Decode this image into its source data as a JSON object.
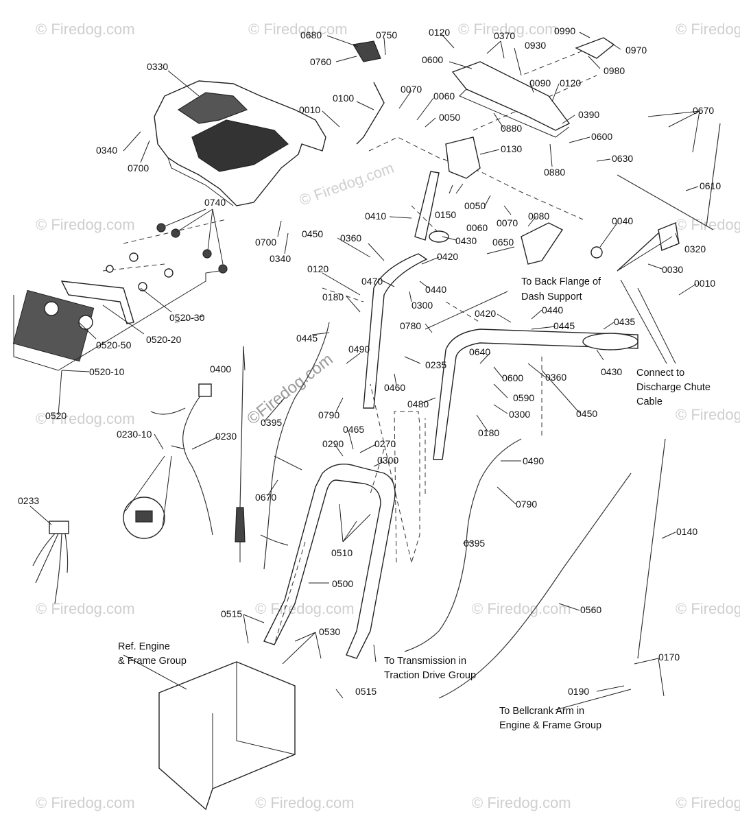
{
  "watermarks": {
    "small": "© Firedog.com",
    "center": "©Firedog.com"
  },
  "parts": [
    {
      "id": "0680"
    },
    {
      "id": "0750"
    },
    {
      "id": "0760"
    },
    {
      "id": "0120"
    },
    {
      "id": "0370"
    },
    {
      "id": "0990"
    },
    {
      "id": "0970"
    },
    {
      "id": "0980"
    },
    {
      "id": "0600"
    },
    {
      "id": "0930"
    },
    {
      "id": "0330"
    },
    {
      "id": "0100"
    },
    {
      "id": "0070"
    },
    {
      "id": "0060"
    },
    {
      "id": "0050"
    },
    {
      "id": "0090"
    },
    {
      "id": "0120"
    },
    {
      "id": "0010"
    },
    {
      "id": "0880"
    },
    {
      "id": "0390"
    },
    {
      "id": "0670"
    },
    {
      "id": "0340"
    },
    {
      "id": "0700"
    },
    {
      "id": "0600"
    },
    {
      "id": "0130"
    },
    {
      "id": "0880"
    },
    {
      "id": "0630"
    },
    {
      "id": "0740"
    },
    {
      "id": "0610"
    },
    {
      "id": "0410"
    },
    {
      "id": "0150"
    },
    {
      "id": "0050"
    },
    {
      "id": "0060"
    },
    {
      "id": "0070"
    },
    {
      "id": "0080"
    },
    {
      "id": "0040"
    },
    {
      "id": "0700"
    },
    {
      "id": "0430"
    },
    {
      "id": "0320"
    },
    {
      "id": "0340"
    },
    {
      "id": "0450"
    },
    {
      "id": "0360"
    },
    {
      "id": "0650"
    },
    {
      "id": "0420"
    },
    {
      "id": "0030"
    },
    {
      "id": "0120"
    },
    {
      "id": "0470"
    },
    {
      "id": "0440"
    },
    {
      "id": "0010"
    },
    {
      "id": "0520-30"
    },
    {
      "id": "0180"
    },
    {
      "id": "0300"
    },
    {
      "id": "0420"
    },
    {
      "id": "0440"
    },
    {
      "id": "0520-50"
    },
    {
      "id": "0520-20"
    },
    {
      "id": "0780"
    },
    {
      "id": "0445"
    },
    {
      "id": "0445"
    },
    {
      "id": "0435"
    },
    {
      "id": "0490"
    },
    {
      "id": "0640"
    },
    {
      "id": "0235"
    },
    {
      "id": "0520-10"
    },
    {
      "id": "0400"
    },
    {
      "id": "0600"
    },
    {
      "id": "0360"
    },
    {
      "id": "0430"
    },
    {
      "id": "0460"
    },
    {
      "id": "0590"
    },
    {
      "id": "0480"
    },
    {
      "id": "0520"
    },
    {
      "id": "0790"
    },
    {
      "id": "0300"
    },
    {
      "id": "0450"
    },
    {
      "id": "0395"
    },
    {
      "id": "0180"
    },
    {
      "id": "0230-10"
    },
    {
      "id": "0230"
    },
    {
      "id": "0465"
    },
    {
      "id": "0290"
    },
    {
      "id": "0270"
    },
    {
      "id": "0490"
    },
    {
      "id": "0300"
    },
    {
      "id": "0670"
    },
    {
      "id": "0233"
    },
    {
      "id": "0790"
    },
    {
      "id": "0510"
    },
    {
      "id": "0395"
    },
    {
      "id": "0140"
    },
    {
      "id": "0500"
    },
    {
      "id": "0560"
    },
    {
      "id": "0515"
    },
    {
      "id": "0530"
    },
    {
      "id": "0170"
    },
    {
      "id": "0515"
    },
    {
      "id": "0190"
    }
  ],
  "notes": {
    "back_flange": [
      "To Back Flange of",
      "Dash Support"
    ],
    "discharge": [
      "Connect to",
      "Discharge Chute",
      "Cable"
    ],
    "ref_engine": [
      "Ref. Engine",
      "& Frame Group"
    ],
    "transmission": [
      "To Transmission in",
      "Traction Drive Group"
    ],
    "bellcrank": [
      "To Bellcrank Arm in",
      "Engine & Frame Group"
    ]
  }
}
